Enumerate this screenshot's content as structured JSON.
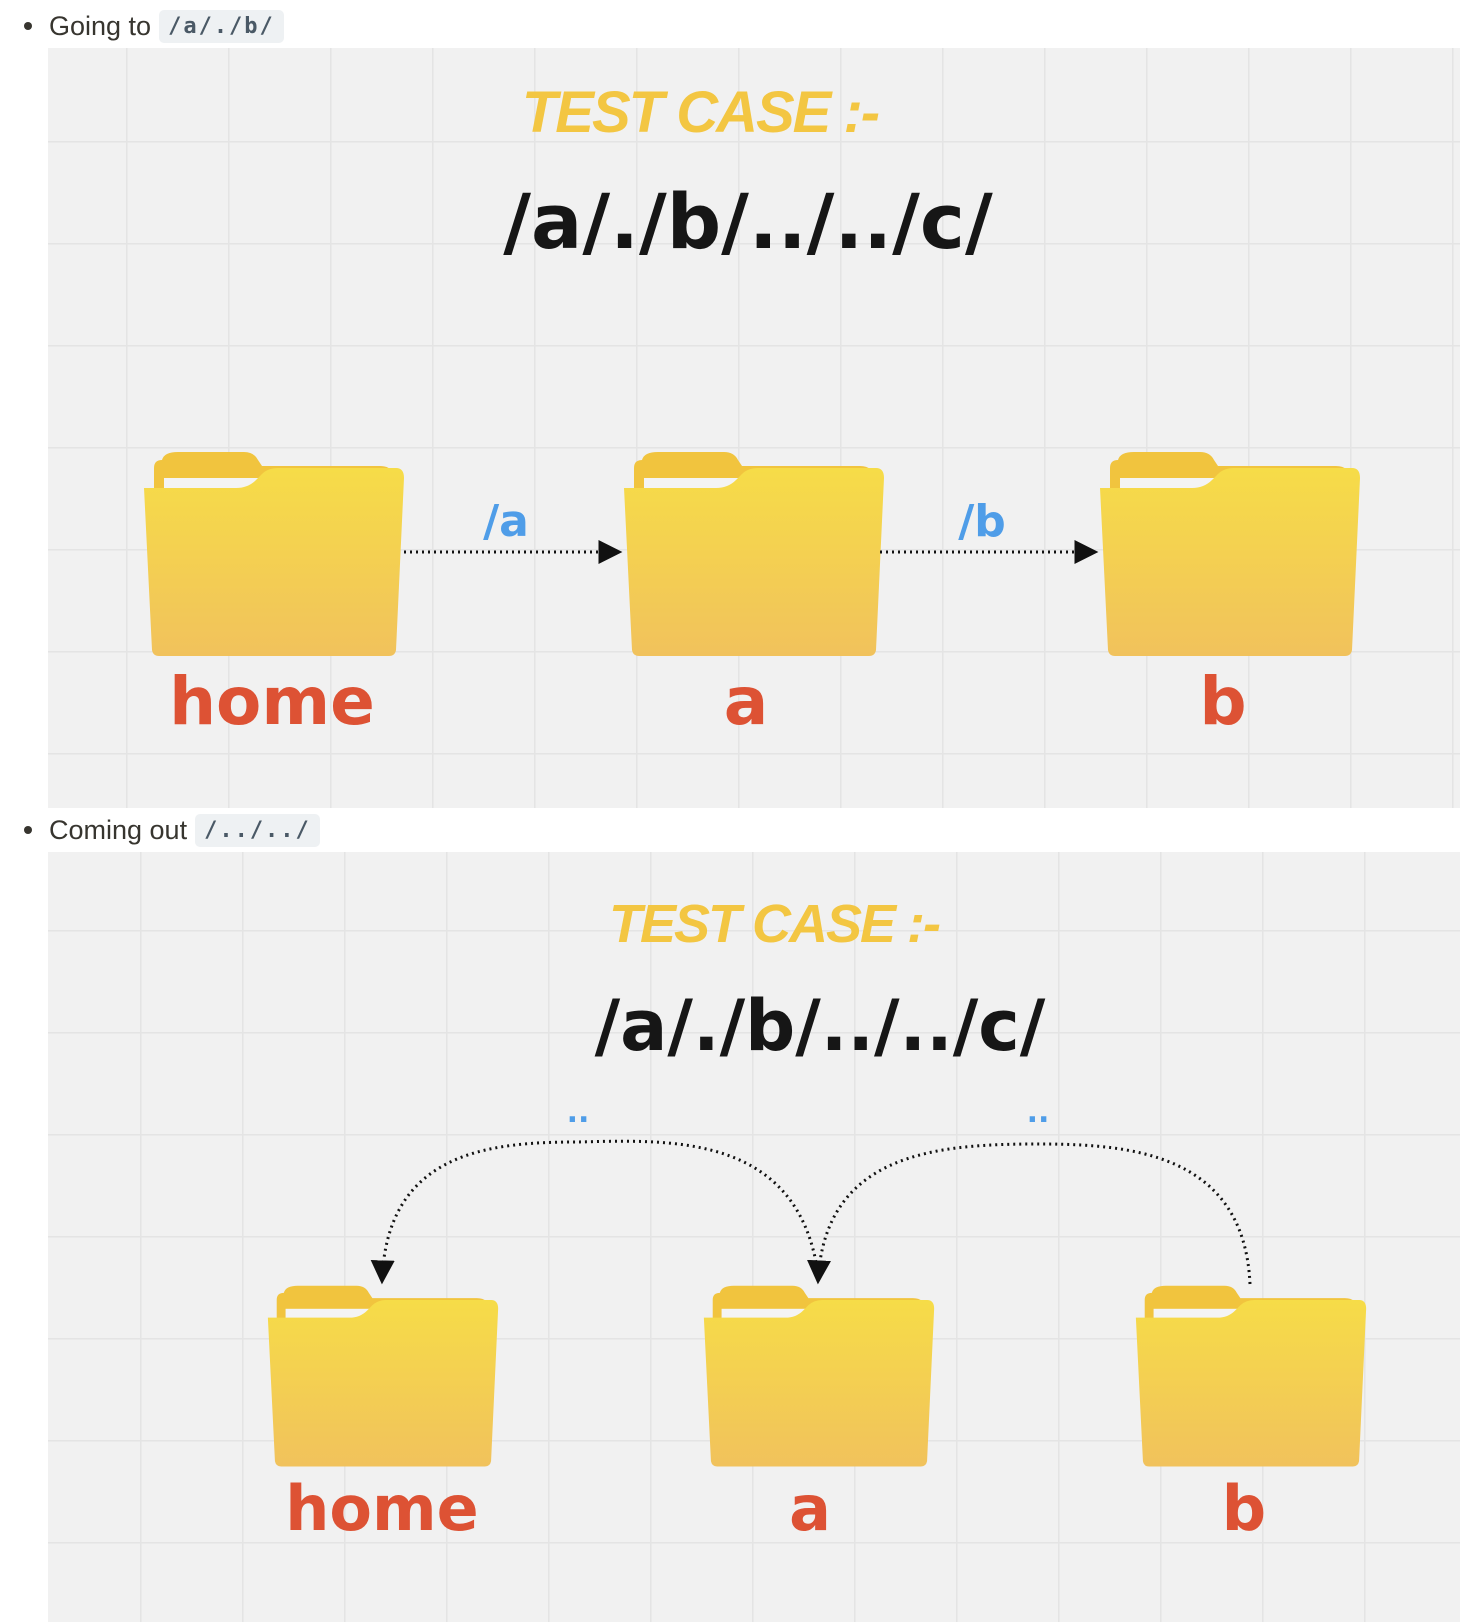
{
  "bullets": [
    {
      "text": "Going to",
      "code": "/a/./b/"
    },
    {
      "text": "Coming out",
      "code": "/../../"
    }
  ],
  "diagrams": [
    {
      "banner": "TEST CASE :-",
      "path": "/a/./b/../../c/",
      "folders": [
        "home",
        "a",
        "b"
      ],
      "edge_labels": [
        "/a",
        "/b"
      ]
    },
    {
      "banner": "TEST CASE :-",
      "path": "/a/./b/../../c/",
      "folders": [
        "home",
        "a",
        "b"
      ],
      "edge_labels": [
        "..",
        ".."
      ]
    }
  ],
  "colors": {
    "banner": "#f3c642",
    "folder_label": "#dd5234",
    "edge_label": "#4f9de8",
    "folder_front_top": "#f6dc48",
    "folder_front_bottom": "#f1c25c",
    "folder_back": "#f1c43e",
    "grid_bg": "#f1f1f1"
  },
  "icons": [
    "folder-icon",
    "arrow-icon"
  ]
}
